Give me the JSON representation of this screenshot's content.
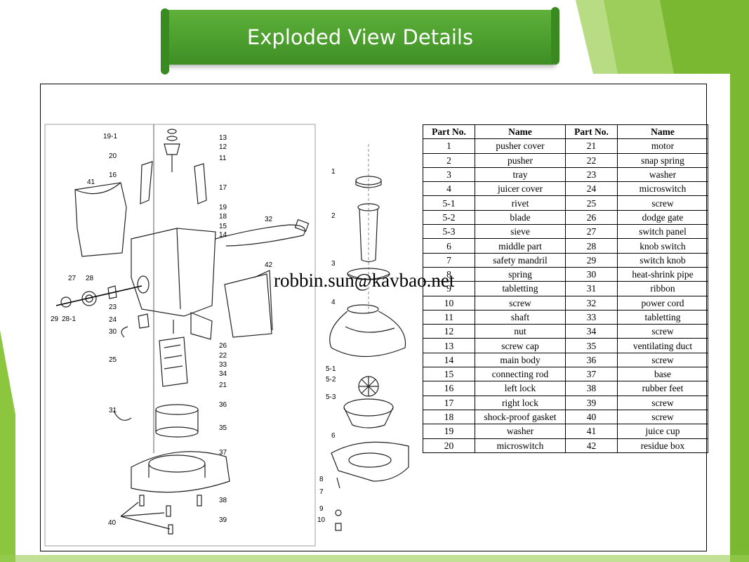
{
  "slide": {
    "title": "Exploded View  Details",
    "watermark": "robbin.sun@kavbao.net",
    "colors": {
      "banner": "#4a9e2e",
      "accent_green": "#8cc63f",
      "dark_green": "#3a8a22"
    }
  },
  "table": {
    "headers": [
      "Part No.",
      "Name",
      "Part No.",
      "Name"
    ],
    "rows": [
      [
        "1",
        "pusher cover",
        "21",
        "motor"
      ],
      [
        "2",
        "pusher",
        "22",
        "snap spring"
      ],
      [
        "3",
        "tray",
        "23",
        "washer"
      ],
      [
        "4",
        "juicer cover",
        "24",
        "microswitch"
      ],
      [
        "5-1",
        "rivet",
        "25",
        "screw"
      ],
      [
        "5-2",
        "blade",
        "26",
        "dodge gate"
      ],
      [
        "5-3",
        "sieve",
        "27",
        "switch panel"
      ],
      [
        "6",
        "middle part",
        "28",
        "knob switch"
      ],
      [
        "7",
        "safety mandril",
        "29",
        "switch knob"
      ],
      [
        "8",
        "spring",
        "30",
        "heat-shrink pipe"
      ],
      [
        "9",
        "tabletting",
        "31",
        "ribbon"
      ],
      [
        "10",
        "screw",
        "32",
        "power cord"
      ],
      [
        "11",
        "shaft",
        "33",
        "tabletting"
      ],
      [
        "12",
        "nut",
        "34",
        "screw"
      ],
      [
        "13",
        "screw cap",
        "35",
        "ventilating duct"
      ],
      [
        "14",
        "main body",
        "36",
        "screw"
      ],
      [
        "15",
        "connecting rod",
        "37",
        "base"
      ],
      [
        "16",
        "left lock",
        "38",
        "rubber feet"
      ],
      [
        "17",
        "right lock",
        "39",
        "screw"
      ],
      [
        "18",
        "shock-proof gasket",
        "40",
        "screw"
      ],
      [
        "19",
        "washer",
        "41",
        "juice cup"
      ],
      [
        "20",
        "microswitch",
        "42",
        "residue box"
      ]
    ]
  },
  "diagram": {
    "callouts": [
      "19-1",
      "13",
      "12",
      "11",
      "20",
      "16",
      "41",
      "17",
      "19",
      "18",
      "15",
      "14",
      "32",
      "42",
      "27",
      "28",
      "29",
      "28-1",
      "23",
      "24",
      "30",
      "25",
      "26",
      "22",
      "33",
      "34",
      "21",
      "36",
      "31",
      "35",
      "37",
      "38",
      "40",
      "39",
      "1",
      "2",
      "3",
      "4",
      "5-1",
      "5-2",
      "5-3",
      "6",
      "8",
      "7",
      "9",
      "10"
    ]
  }
}
